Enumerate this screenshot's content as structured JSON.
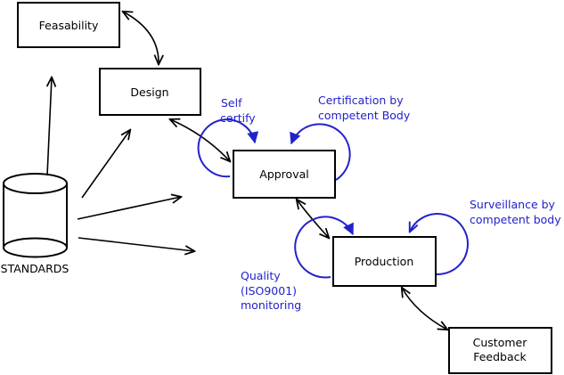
{
  "colors": {
    "annotation": "#2222CC",
    "stroke": "#000000",
    "background": "#FFFFFF"
  },
  "boxes": {
    "feasability": {
      "label": "Feasability"
    },
    "design": {
      "label": "Design"
    },
    "approval": {
      "label": "Approval"
    },
    "production": {
      "label": "Production"
    },
    "customer_feedback": {
      "lines": [
        "Customer",
        "Feedback"
      ]
    }
  },
  "datastore": {
    "label": "STANDARDS"
  },
  "annotations": {
    "self_certify": {
      "lines": [
        "Self",
        "certify"
      ]
    },
    "certification": {
      "lines": [
        "Certification by",
        "competent Body"
      ]
    },
    "surveillance": {
      "lines": [
        "Surveillance by",
        "competent body"
      ]
    },
    "quality": {
      "lines": [
        "Quality",
        "(ISO9001)",
        "monitoring"
      ]
    }
  }
}
